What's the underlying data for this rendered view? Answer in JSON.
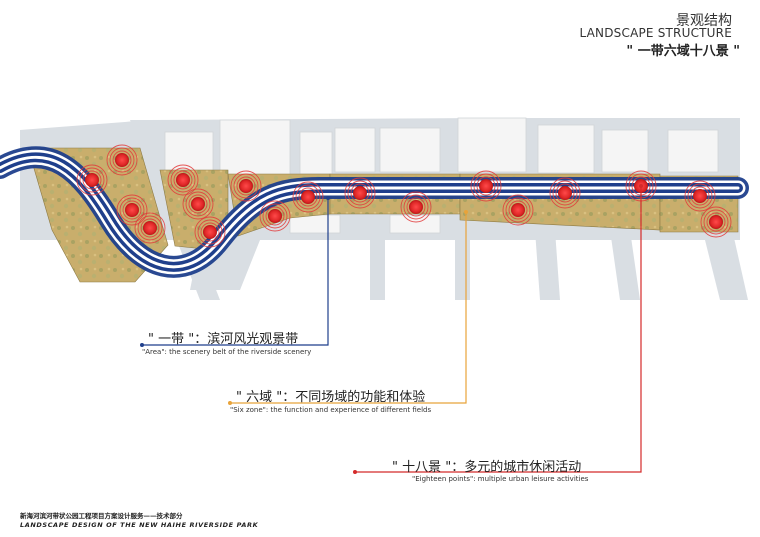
{
  "header": {
    "title_cn": "景观结构",
    "title_en": "LANDSCAPE STRUCTURE",
    "subtitle": "\" 一带六域十八景 \""
  },
  "legend": [
    {
      "cn": "\" 一带 \"：滨河风光观景带",
      "en": "\"Area\": the scenery belt of the riverside scenery",
      "color": "#1f3f8c"
    },
    {
      "cn": "\" 六域 \"：不同场域的功能和体验",
      "en": "\"Six zone\": the function and experience of different fields",
      "color": "#e8a33a"
    },
    {
      "cn": "\" 十八景 \"：多元的城市休闲活动",
      "en": "\"Eighteen points\": multiple urban leisure activities",
      "color": "#d42a2a"
    }
  ],
  "footer": {
    "line1": "新海河滨河带状公园工程项目方案设计服务——技术部分",
    "line2": "LANDSCAPE DESIGN OF THE NEW HAIHE RIVERSIDE PARK"
  },
  "colors": {
    "road": "#d9dee3",
    "building": "#f4f4f4",
    "park": "#c9ae6c",
    "belt": "#1f3f8c",
    "point": "#e23a3a"
  }
}
